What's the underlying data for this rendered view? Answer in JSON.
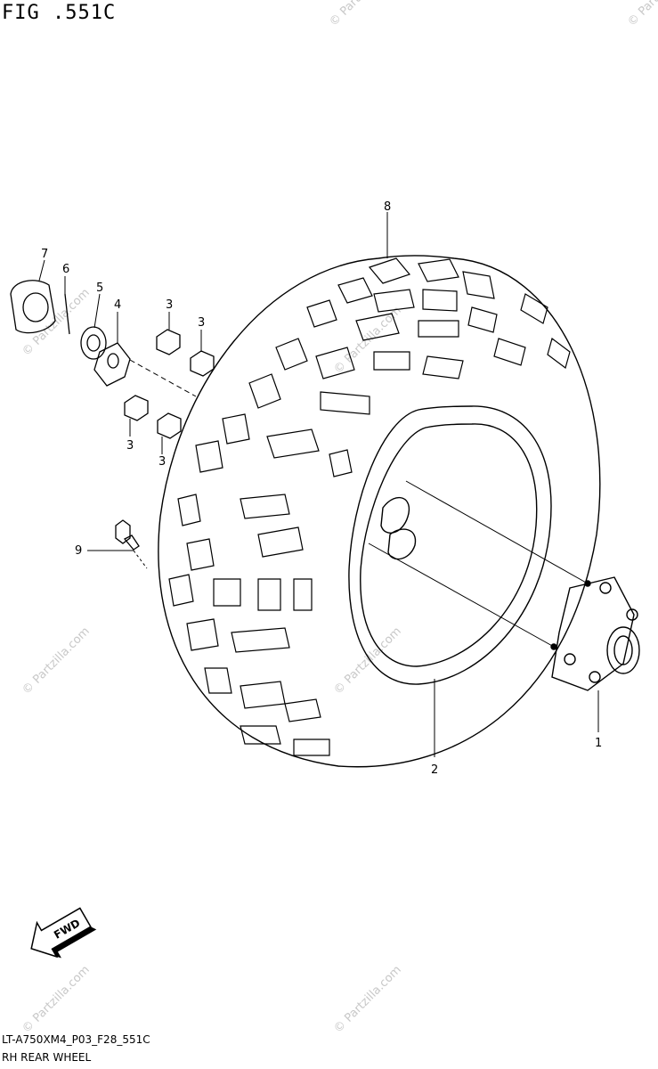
{
  "figure": {
    "title": "FIG .551C"
  },
  "callouts": [
    "1",
    "2",
    "3",
    "3",
    "3",
    "3",
    "4",
    "5",
    "6",
    "7",
    "8",
    "9"
  ],
  "fwd_label": "FWD",
  "watermark": "© Partzilla.com",
  "footer": {
    "code": "LT-A750XM4_P03_F28_551C",
    "name": "RH REAR WHEEL"
  }
}
